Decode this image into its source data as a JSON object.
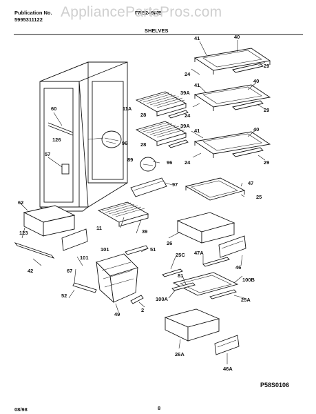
{
  "header": {
    "publication_label": "Publication No.",
    "publication_number": "5995311122",
    "model_partial": "FRS249MB",
    "section_title": "SHELVES"
  },
  "watermark": "AppliancePartsPros.com",
  "diagram_code": "P58S0106",
  "footer": {
    "date": "08/98",
    "page_number": "8"
  },
  "part_labels": [
    "41",
    "40",
    "24",
    "29",
    "39A",
    "40",
    "11A",
    "28",
    "41",
    "24",
    "29",
    "39A",
    "28",
    "40",
    "41",
    "24",
    "29",
    "60",
    "126",
    "96",
    "57",
    "89",
    "96",
    "97",
    "47",
    "25",
    "62",
    "123",
    "11",
    "39",
    "26",
    "101",
    "51",
    "25C",
    "47A",
    "46",
    "42",
    "67",
    "101",
    "81",
    "100B",
    "100A",
    "52",
    "49",
    "2",
    "25A",
    "26A",
    "46A"
  ]
}
